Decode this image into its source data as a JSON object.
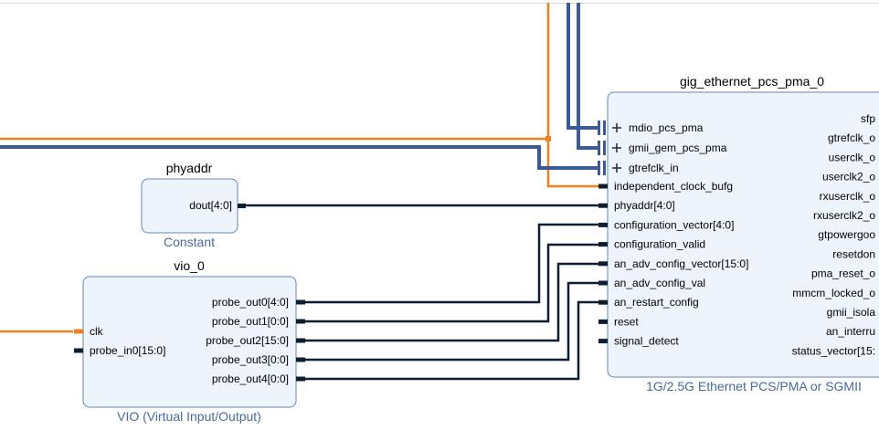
{
  "gig": {
    "title": "gig_ethernet_pcs_pma_0",
    "subtitle": "1G/2.5G Ethernet PCS/PMA or SGMII",
    "bus_inputs": [
      "mdio_pcs_pma",
      "gmii_gem_pcs_pma",
      "gtrefclk_in"
    ],
    "inputs": [
      "independent_clock_bufg",
      "phyaddr[4:0]",
      "configuration_vector[4:0]",
      "configuration_valid",
      "an_adv_config_vector[15:0]",
      "an_adv_config_val",
      "an_restart_config",
      "reset",
      "signal_detect"
    ],
    "outputs": [
      "sfp",
      "gtrefclk_o",
      "userclk_o",
      "userclk2_o",
      "rxuserclk_o",
      "rxuserclk2_o",
      "gtpowergoo",
      "resetdon",
      "pma_reset_o",
      "mmcm_locked_o",
      "gmii_isola",
      "an_interru",
      "status_vector[15:"
    ]
  },
  "phyaddr": {
    "title": "phyaddr",
    "subtitle": "Constant",
    "output": "dout[4:0]"
  },
  "vio": {
    "title": "vio_0",
    "subtitle": "VIO (Virtual Input/Output)",
    "inputs": [
      "clk",
      "probe_in0[15:0]"
    ],
    "outputs": [
      "probe_out0[4:0]",
      "probe_out1[0:0]",
      "probe_out2[15:0]",
      "probe_out3[0:0]",
      "probe_out4[0:0]"
    ]
  },
  "colors": {
    "block_fill": "#eef4fc",
    "block_stroke": "#6a86b0",
    "wire": "#0e1e30",
    "clock_wire": "#f08020",
    "bus_wire": "#3b5a96",
    "subtitle": "#4a6a9a"
  }
}
